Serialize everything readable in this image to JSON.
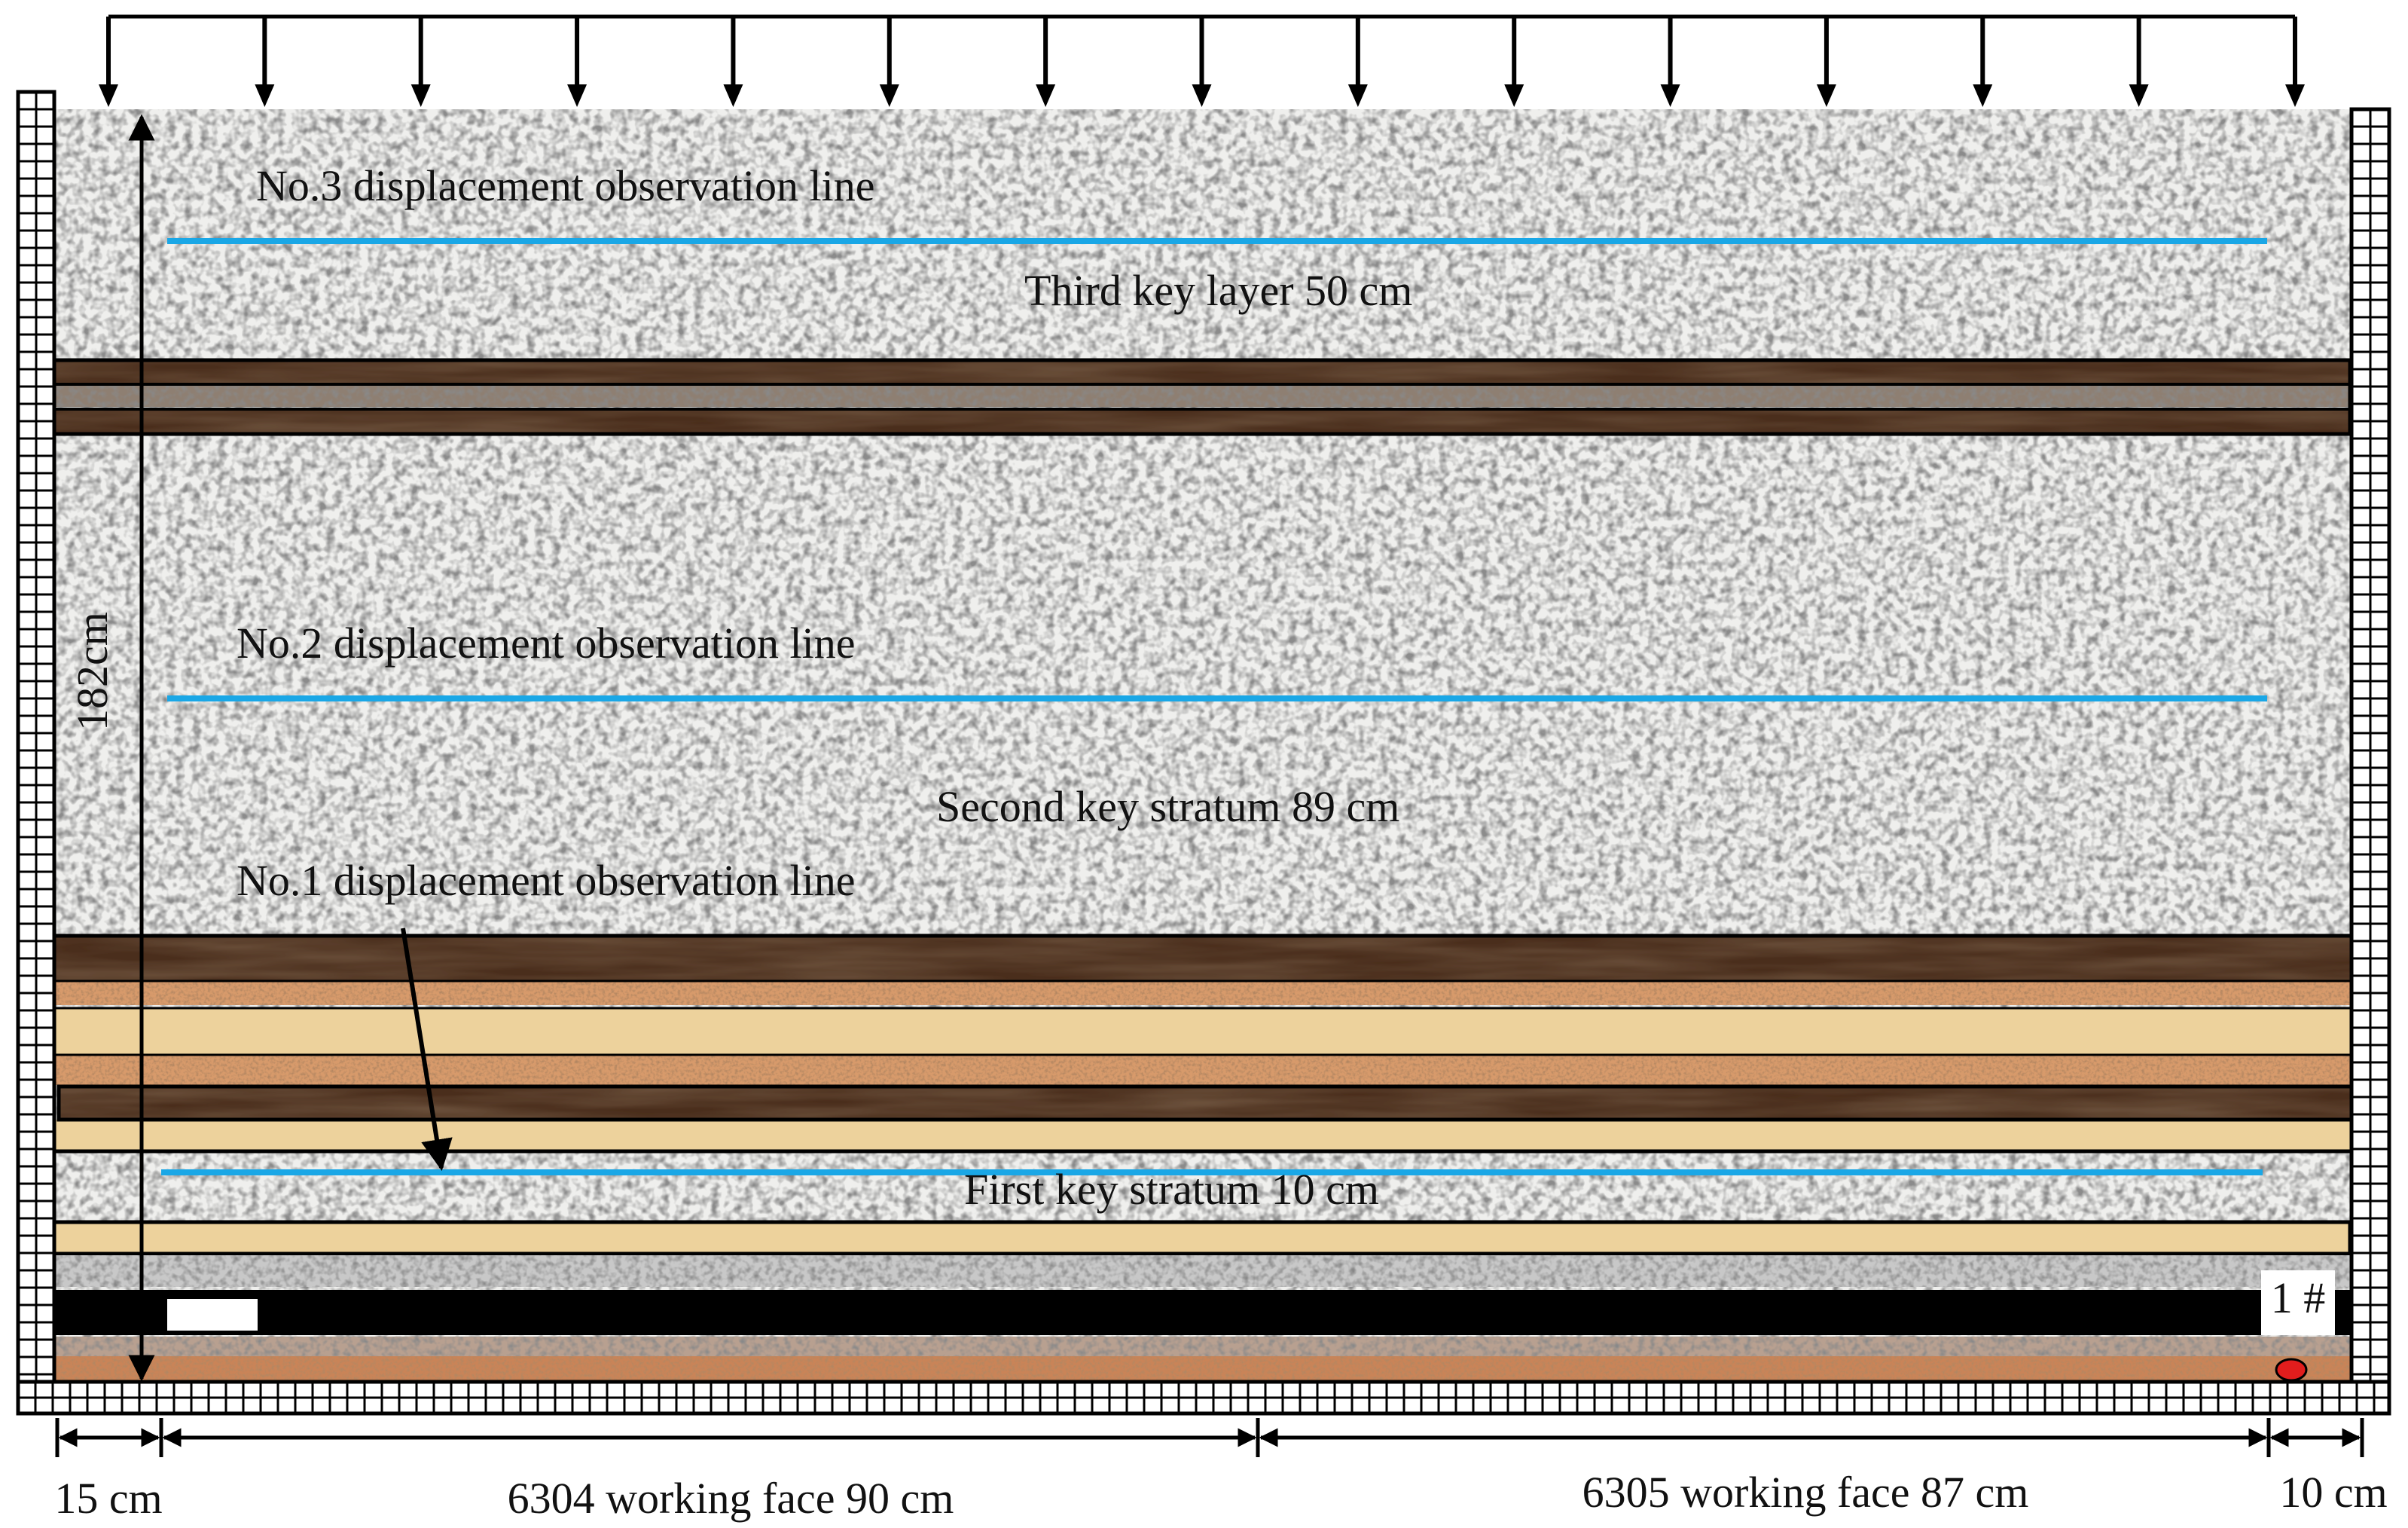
{
  "colors": {
    "observation_line": "#1aa7e6",
    "coal_seam": "#000000",
    "frame": "#000000",
    "monitor_point": "#e11d1d",
    "key_layer_dark": "#4a2e1c",
    "sand_layer": "#eccf97",
    "gravel_layer": "#c9875a",
    "matrix_fill": "#eeeeec"
  },
  "icons": {
    "load": "downward-arrow-icon",
    "monitor": "red-dot-icon"
  },
  "labels": {
    "obs_line_3": "No.3 displacement observation line",
    "obs_line_2": "No.2 displacement observation line",
    "obs_line_1": "No.1 displacement observation line",
    "third_key": "Third key layer 50 cm",
    "second_key": "Second key stratum 89 cm",
    "first_key": "First key stratum 10 cm",
    "height": "182cm",
    "seam_no": "1 #"
  },
  "dimensions": {
    "left_pillar": "15 cm",
    "face_6304": "6304 working face 90 cm",
    "face_6305": "6305 working face 87 cm",
    "right_pillar": "10 cm"
  }
}
